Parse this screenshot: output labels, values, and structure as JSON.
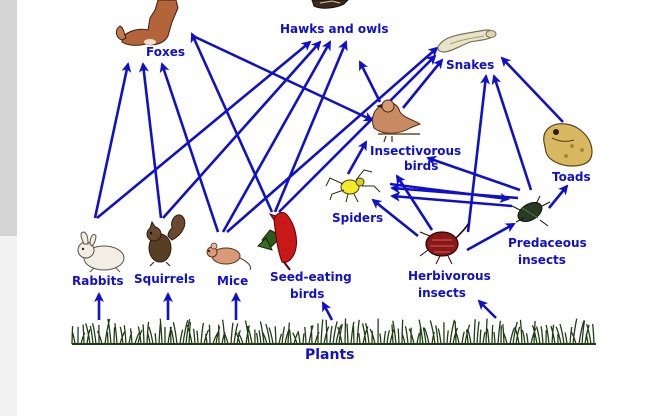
{
  "diagram": {
    "colors": {
      "arrow": "#1010cc",
      "label": "#1010cc",
      "grass": "#1e3d12"
    },
    "organisms": [
      {
        "id": "foxes",
        "label": "Foxes",
        "icon": "fox-icon"
      },
      {
        "id": "hawks",
        "label": "Hawks and owls",
        "icon": "hawk-icon"
      },
      {
        "id": "snakes",
        "label": "Snakes",
        "icon": "snake-icon"
      },
      {
        "id": "insectivorous_birds",
        "label_lines": [
          "Insectivorous",
          "birds"
        ],
        "icon": "bird-icon"
      },
      {
        "id": "toads",
        "label": "Toads",
        "icon": "toad-icon"
      },
      {
        "id": "spiders",
        "label": "Spiders",
        "icon": "spider-icon"
      },
      {
        "id": "predaceous_insects",
        "label_lines": [
          "Predaceous",
          "insects"
        ],
        "icon": "beetle-icon"
      },
      {
        "id": "herbivorous_insects",
        "label_lines": [
          "Herbivorous",
          "insects"
        ],
        "icon": "weevil-icon"
      },
      {
        "id": "rabbits",
        "label": "Rabbits",
        "icon": "rabbit-icon"
      },
      {
        "id": "squirrels",
        "label": "Squirrels",
        "icon": "squirrel-icon"
      },
      {
        "id": "mice",
        "label": "Mice",
        "icon": "mouse-icon"
      },
      {
        "id": "seed_birds",
        "label_lines": [
          "Seed-eating",
          "birds"
        ],
        "icon": "cardinal-icon"
      },
      {
        "id": "plants",
        "label": "Plants",
        "icon": "grass-icon"
      }
    ],
    "feeding_links": [
      [
        "plants",
        "rabbits"
      ],
      [
        "plants",
        "squirrels"
      ],
      [
        "plants",
        "mice"
      ],
      [
        "plants",
        "seed_birds"
      ],
      [
        "plants",
        "herbivorous_insects"
      ],
      [
        "rabbits",
        "foxes"
      ],
      [
        "rabbits",
        "hawks"
      ],
      [
        "squirrels",
        "foxes"
      ],
      [
        "squirrels",
        "hawks"
      ],
      [
        "mice",
        "foxes"
      ],
      [
        "mice",
        "hawks"
      ],
      [
        "mice",
        "snakes"
      ],
      [
        "seed_birds",
        "foxes"
      ],
      [
        "seed_birds",
        "hawks"
      ],
      [
        "seed_birds",
        "snakes"
      ],
      [
        "insectivorous_birds",
        "hawks"
      ],
      [
        "insectivorous_birds",
        "snakes"
      ],
      [
        "spiders",
        "insectivorous_birds"
      ],
      [
        "herbivorous_insects",
        "spiders"
      ],
      [
        "herbivorous_insects",
        "insectivorous_birds"
      ],
      [
        "herbivorous_insects",
        "predaceous_insects"
      ],
      [
        "herbivorous_insects",
        "snakes"
      ],
      [
        "predaceous_insects",
        "spiders"
      ],
      [
        "predaceous_insects",
        "insectivorous_birds"
      ],
      [
        "predaceous_insects",
        "toads"
      ],
      [
        "predaceous_insects",
        "snakes"
      ],
      [
        "toads",
        "snakes"
      ],
      [
        "spiders",
        "predaceous_insects"
      ]
    ]
  }
}
